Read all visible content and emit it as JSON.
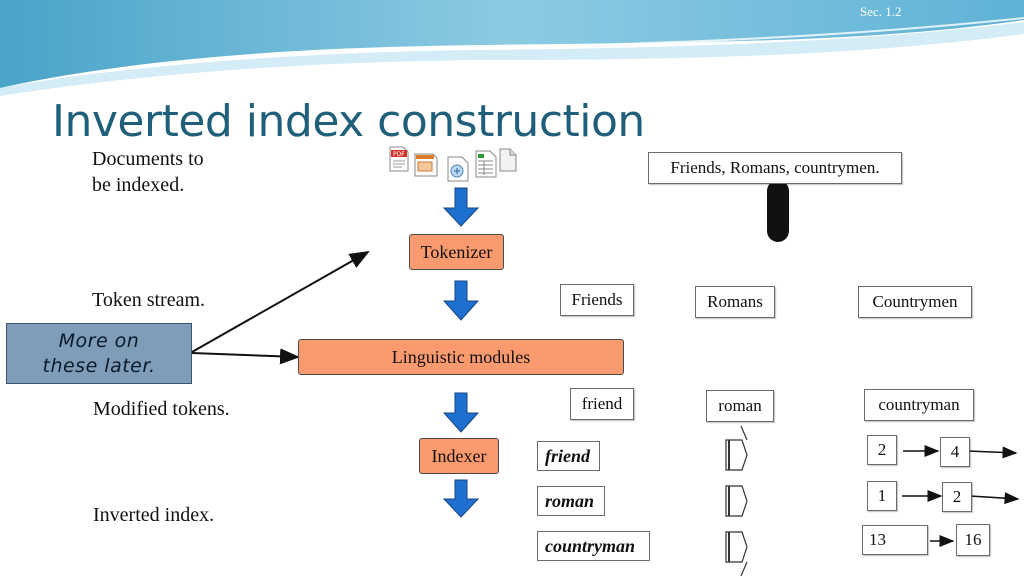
{
  "slide": {
    "section": "Sec. 1.2",
    "title": "Inverted index construction",
    "stages": {
      "documents": "Documents to\nbe indexed.",
      "token_stream": "Token stream.",
      "modified_tokens": "Modified tokens.",
      "inverted_index": "Inverted index."
    },
    "note": "More on\nthese later.",
    "modules": {
      "tokenizer": "Tokenizer",
      "linguistic": "Linguistic modules",
      "indexer": "Indexer"
    },
    "document_text": "Friends, Romans, countrymen.",
    "tokens": [
      "Friends",
      "Romans",
      "Countrymen"
    ],
    "normalized": [
      "friend",
      "roman",
      "countryman"
    ],
    "dictionary": [
      "friend",
      "roman",
      "countryman"
    ],
    "postings": [
      [
        "2",
        "4"
      ],
      [
        "1",
        "2"
      ],
      [
        "13",
        "16"
      ]
    ],
    "icons": [
      "pdf-file-icon",
      "presentation-file-icon",
      "document-file-icon",
      "spreadsheet-file-icon",
      "text-file-icon"
    ],
    "colors": {
      "title": "#1f5f7a",
      "module_fill": "#fa9a6e",
      "note_fill": "#7f9db9",
      "arrow_fill": "#1f6fd0"
    }
  }
}
